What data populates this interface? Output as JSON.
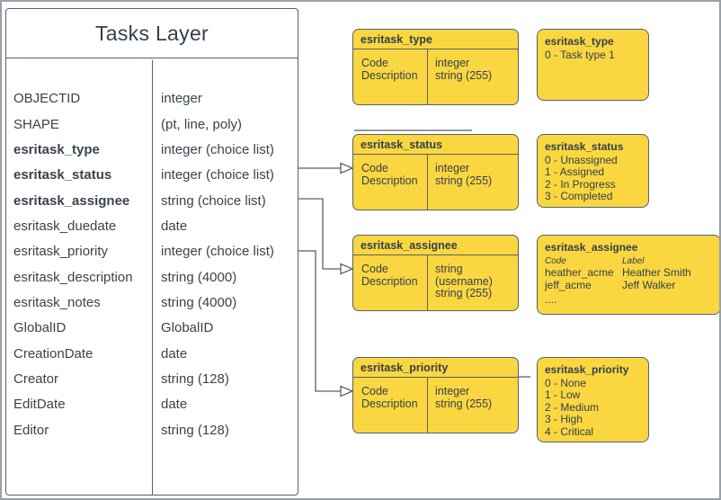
{
  "tasks_layer": {
    "title": "Tasks Layer",
    "fields": [
      {
        "name": "OBJECTID",
        "type": "integer"
      },
      {
        "name": "SHAPE",
        "type": "(pt, line, poly)"
      },
      {
        "name": "esritask_type",
        "type": "integer (choice list)"
      },
      {
        "name": "esritask_status",
        "type": "integer (choice list)"
      },
      {
        "name": "esritask_assignee",
        "type": "string (choice list)"
      },
      {
        "name": "esritask_duedate",
        "type": "date"
      },
      {
        "name": "esritask_priority",
        "type": "integer (choice list)"
      },
      {
        "name": "esritask_description",
        "type": "string (4000)"
      },
      {
        "name": "esritask_notes",
        "type": "string (4000)"
      },
      {
        "name": "GlobalID",
        "type": "GlobalID"
      },
      {
        "name": "CreationDate",
        "type": "date"
      },
      {
        "name": "Creator",
        "type": "string (128)"
      },
      {
        "name": "EditDate",
        "type": "date"
      },
      {
        "name": "Editor",
        "type": "string (128)"
      }
    ]
  },
  "field_tables": [
    {
      "title": "esritask_type",
      "rows": [
        {
          "name": "Code",
          "type": "integer"
        },
        {
          "name": "Description",
          "type": "string (255)"
        }
      ]
    },
    {
      "title": "esritask_status",
      "rows": [
        {
          "name": "Code",
          "type": "integer"
        },
        {
          "name": "Description",
          "type": "string (255)"
        }
      ]
    },
    {
      "title": "esritask_assignee",
      "rows": [
        {
          "name": "Code",
          "type": "string (username)"
        },
        {
          "name": "Description",
          "type": "string (255)"
        }
      ]
    },
    {
      "title": "esritask_priority",
      "rows": [
        {
          "name": "Code",
          "type": "integer"
        },
        {
          "name": "Description",
          "type": "string (255)"
        }
      ]
    }
  ],
  "domain_boxes": [
    {
      "title": "esritask_type",
      "values": [
        "0 - Task type 1"
      ]
    },
    {
      "title": "esritask_status",
      "values": [
        "0 - Unassigned",
        "1 - Assigned",
        "2 - In Progress",
        "3 - Completed"
      ]
    },
    {
      "title": "esritask_assignee",
      "col_headers": {
        "code": "Code",
        "label": "Label"
      },
      "entries": [
        {
          "code": "heather_acme",
          "label": "Heather Smith"
        },
        {
          "code": "jeff_acme",
          "label": "Jeff Walker"
        }
      ],
      "more": "...."
    },
    {
      "title": "esritask_priority",
      "values": [
        "0 - None",
        "1 - Low",
        "2 - Medium",
        "3 - High",
        "4 - Critical"
      ]
    }
  ],
  "colors": {
    "table_fill": "#FAD740",
    "stroke": "#57606B",
    "text": "#33404C",
    "canvas_border": "#98A0A8",
    "box_fill": "#FFFFFF"
  }
}
